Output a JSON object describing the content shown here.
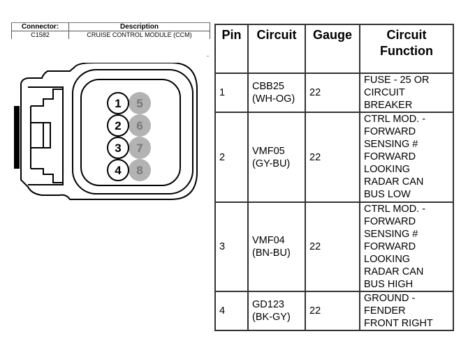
{
  "connector_table": {
    "headers": [
      "Connector:",
      "Description"
    ],
    "connector": "C1582",
    "description": "CRUISE CONTROL MODULE (CCM)"
  },
  "connector_diagram": {
    "pins_populated": [
      "1",
      "2",
      "3",
      "4"
    ],
    "pins_empty": [
      "5",
      "6",
      "7",
      "8"
    ],
    "empty_pin_color": "#b3b3b3"
  },
  "pin_table": {
    "headers": {
      "pin": "Pin",
      "circuit": "Circuit",
      "gauge": "Gauge",
      "function": "Circuit Function"
    },
    "rows": [
      {
        "pin": "1",
        "circuit": "CBB25 (WH-OG)",
        "gauge": "22",
        "function": [
          "FUSE - 25 OR",
          "CIRCUIT",
          "BREAKER"
        ]
      },
      {
        "pin": "2",
        "circuit": "VMF05 (GY-BU)",
        "gauge": "22",
        "function": [
          "CTRL MOD. -",
          "FORWARD",
          "SENSING #",
          "FORWARD",
          "LOOKING",
          "RADAR CAN",
          "BUS LOW"
        ]
      },
      {
        "pin": "3",
        "circuit": "VMF04 (BN-BU)",
        "gauge": "22",
        "function": [
          "CTRL MOD. -",
          "FORWARD",
          "SENSING #",
          "FORWARD",
          "LOOKING",
          "RADAR CAN",
          "BUS HIGH"
        ]
      },
      {
        "pin": "4",
        "circuit": "GD123 (BK-GY)",
        "gauge": "22",
        "function": [
          "GROUND -",
          "FENDER",
          "FRONT RIGHT"
        ]
      }
    ]
  }
}
